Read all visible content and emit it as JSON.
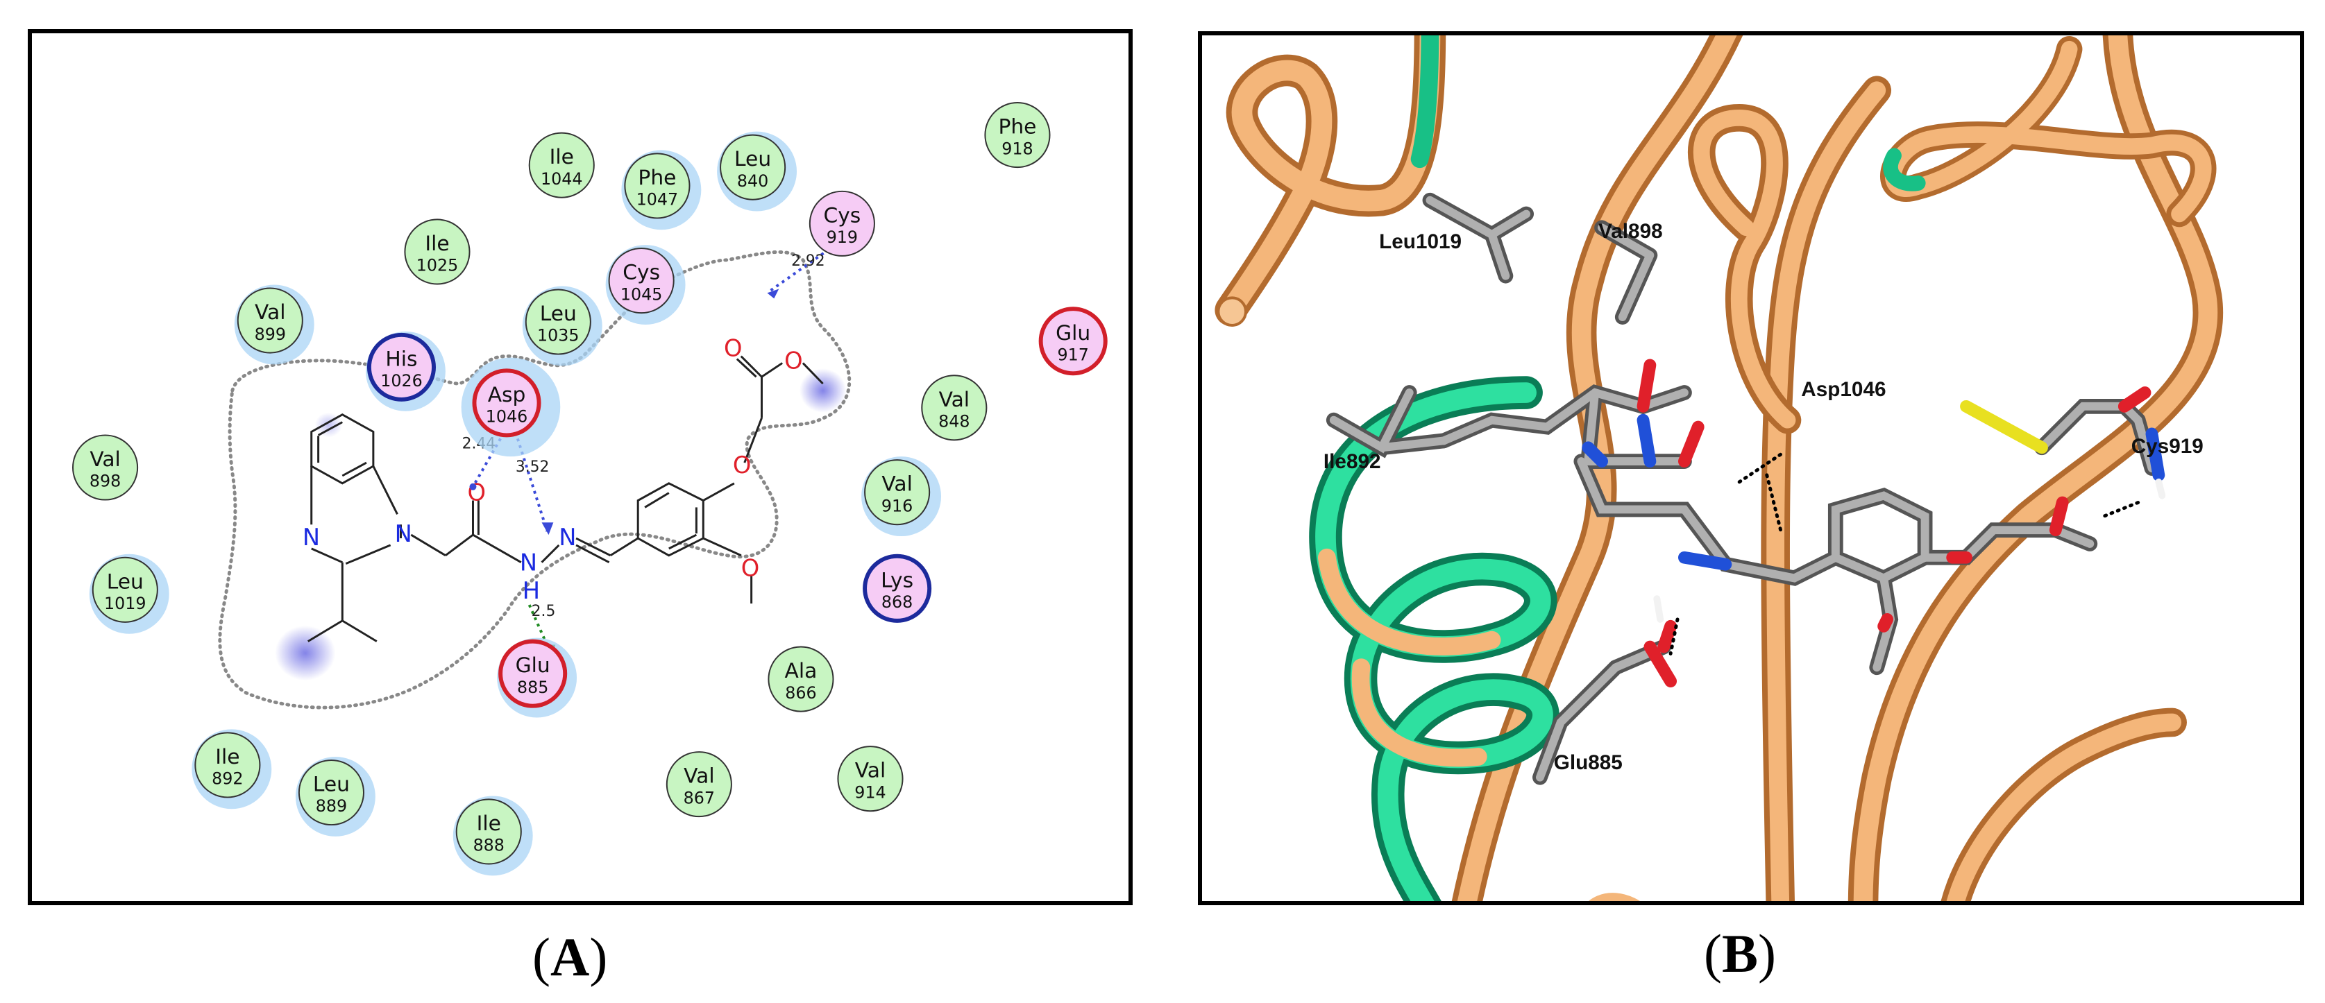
{
  "panel_a": {
    "residues": [
      {
        "id": "phe918",
        "name": "Phe",
        "num": "918",
        "type": "hydrophobic"
      },
      {
        "id": "ile1044",
        "name": "Ile",
        "num": "1044",
        "type": "hydrophobic"
      },
      {
        "id": "phe1047",
        "name": "Phe",
        "num": "1047",
        "type": "hydrophobic"
      },
      {
        "id": "leu840",
        "name": "Leu",
        "num": "840",
        "type": "hydrophobic"
      },
      {
        "id": "cys919",
        "name": "Cys",
        "num": "919",
        "type": "polar"
      },
      {
        "id": "ile1025",
        "name": "Ile",
        "num": "1025",
        "type": "hydrophobic"
      },
      {
        "id": "cys1045",
        "name": "Cys",
        "num": "1045",
        "type": "polar"
      },
      {
        "id": "val899",
        "name": "Val",
        "num": "899",
        "type": "hydrophobic"
      },
      {
        "id": "leu1035",
        "name": "Leu",
        "num": "1035",
        "type": "hydrophobic"
      },
      {
        "id": "his1026",
        "name": "His",
        "num": "1026",
        "type": "positive"
      },
      {
        "id": "glu917",
        "name": "Glu",
        "num": "917",
        "type": "negative"
      },
      {
        "id": "asp1046",
        "name": "Asp",
        "num": "1046",
        "type": "negative"
      },
      {
        "id": "val848",
        "name": "Val",
        "num": "848",
        "type": "hydrophobic"
      },
      {
        "id": "val898",
        "name": "Val",
        "num": "898",
        "type": "hydrophobic"
      },
      {
        "id": "val916",
        "name": "Val",
        "num": "916",
        "type": "hydrophobic"
      },
      {
        "id": "lys868",
        "name": "Lys",
        "num": "868",
        "type": "positive"
      },
      {
        "id": "leu1019",
        "name": "Leu",
        "num": "1019",
        "type": "hydrophobic"
      },
      {
        "id": "glu885",
        "name": "Glu",
        "num": "885",
        "type": "negative"
      },
      {
        "id": "ala866",
        "name": "Ala",
        "num": "866",
        "type": "hydrophobic"
      },
      {
        "id": "ile892",
        "name": "Ile",
        "num": "892",
        "type": "hydrophobic"
      },
      {
        "id": "leu889",
        "name": "Leu",
        "num": "889",
        "type": "hydrophobic"
      },
      {
        "id": "val867",
        "name": "Val",
        "num": "867",
        "type": "hydrophobic"
      },
      {
        "id": "val914",
        "name": "Val",
        "num": "914",
        "type": "hydrophobic"
      },
      {
        "id": "ile888",
        "name": "Ile",
        "num": "888",
        "type": "hydrophobic"
      }
    ],
    "distances": [
      "2.92",
      "2.44",
      "3.52",
      "2.5"
    ],
    "atoms": {
      "o": "O",
      "n": "N",
      "h": "H"
    },
    "colors": {
      "hydrophobic_fill": "#c8f5c2",
      "polar_fill": "#f6ccf5",
      "negative_ring": "#d21f2a",
      "positive_ring": "#1c2a9c",
      "hbond_blue": "#3a4ad8",
      "hbond_green": "#1f8a22",
      "solvent_halo": "#a9d4f5"
    }
  },
  "panel_b": {
    "labels": [
      "Leu1019",
      "Val898",
      "Asp1046",
      "Ile892",
      "Cys919",
      "Glu885"
    ],
    "colors": {
      "ribbon_orange": "#f0a868",
      "ribbon_green": "#19c98a",
      "carbon": "#8a8a8a",
      "oxygen": "#e0202a",
      "nitrogen": "#2050d8"
    }
  },
  "captions": {
    "a": "A",
    "b": "B"
  }
}
